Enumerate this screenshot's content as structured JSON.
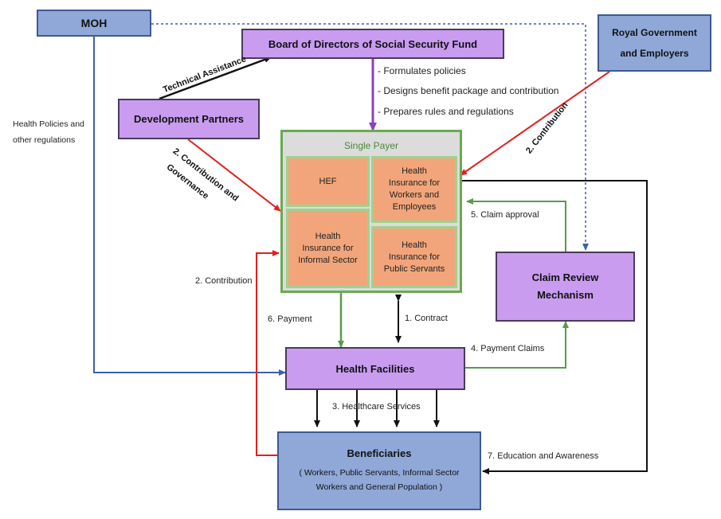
{
  "nodes": {
    "moh": "MOH",
    "board": "Board of Directors of Social Security Fund",
    "royal": [
      "Royal Government",
      "and Employers"
    ],
    "dev_partners": "Development Partners",
    "single_payer": "Single Payer",
    "hef": "HEF",
    "hi_workers": [
      "Health",
      "Insurance for",
      "Workers and",
      "Employees"
    ],
    "hi_informal": [
      "Health",
      "Insurance for",
      "Informal Sector"
    ],
    "hi_public": [
      "Health",
      "Insurance for",
      "Public Servants"
    ],
    "claim_review": [
      "Claim Review",
      "Mechanism"
    ],
    "health_facilities": "Health Facilities",
    "beneficiaries": "Beneficiaries",
    "beneficiaries_sub": [
      "( Workers, Public Servants, Informal Sector",
      "Workers and General Population )"
    ]
  },
  "labels": {
    "board_roles": [
      "- Formulates policies",
      "- Designs benefit package and contribution",
      "- Prepares rules and regulations"
    ],
    "technical_assistance": "Technical Assistance",
    "health_policies": [
      "Health Policies and",
      "other regulations"
    ],
    "contribution_governance": [
      "2. Contribution and",
      "Governance"
    ],
    "contribution_royal": "2. Contribution",
    "contribution_left": "2. Contribution",
    "claim_approval": "5. Claim approval",
    "payment": "6. Payment",
    "contract": "1. Contract",
    "payment_claims": "4. Payment Claims",
    "healthcare_services": "3. Healthcare Services",
    "education": "7. Education and Awareness"
  },
  "colors": {
    "blue_box": "#8fa8d8",
    "purple_box": "#c99cf0",
    "orange_box": "#f2a57a",
    "single_payer_bg": "#dcdcdc",
    "single_payer_border": "#6aaa4f",
    "arrow_black": "#111111",
    "arrow_red": "#e02020",
    "arrow_green": "#5a9a48",
    "arrow_blue": "#3d5fb0",
    "arrow_purple": "#8a3fc4"
  }
}
